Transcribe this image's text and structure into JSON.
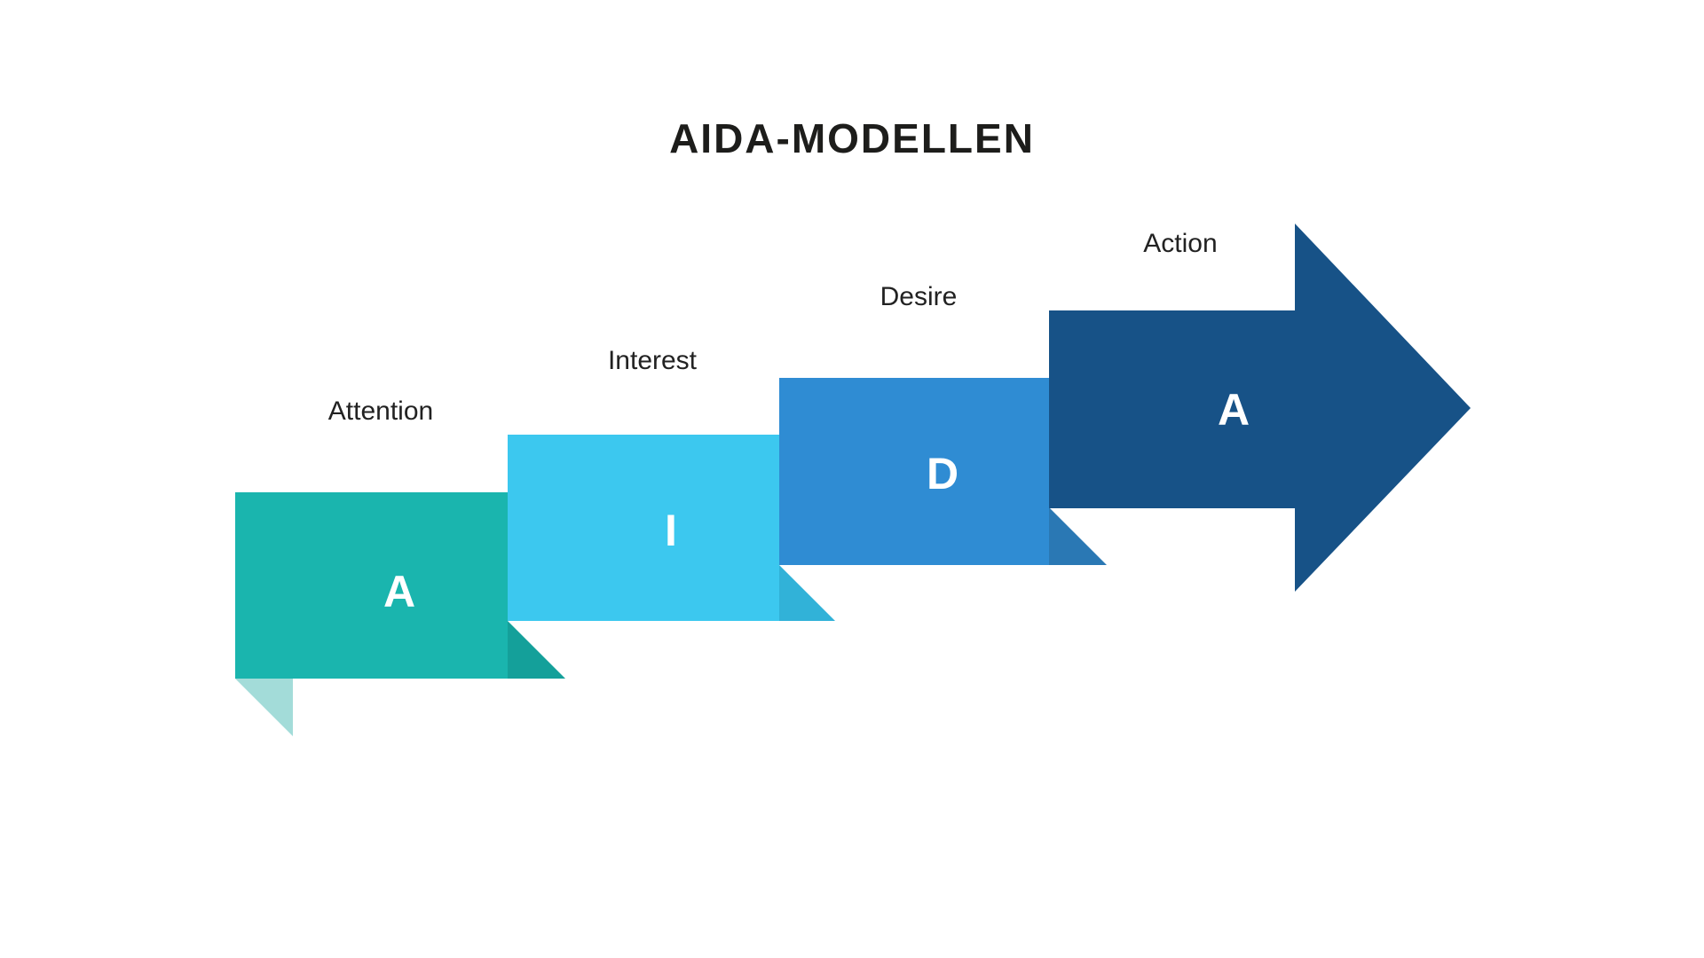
{
  "title": "AIDA-MODELLEN",
  "colors": {
    "background": "#ffffff",
    "heading_text": "#1d1d1b",
    "label_text": "#222222",
    "letter_text": "#ffffff"
  },
  "stages": [
    {
      "label": "Attention",
      "letter": "A",
      "fill": "#1ab5ae",
      "fold_fill": "#14a09a",
      "tail_fill": "#a3dcd9"
    },
    {
      "label": "Interest",
      "letter": "I",
      "fill": "#3cc8ef",
      "fold_fill": "#31b2d8"
    },
    {
      "label": "Desire",
      "letter": "D",
      "fill": "#2f8cd3",
      "fold_fill": "#2a78b4"
    },
    {
      "label": "Action",
      "letter": "A",
      "fill": "#175287"
    }
  ]
}
